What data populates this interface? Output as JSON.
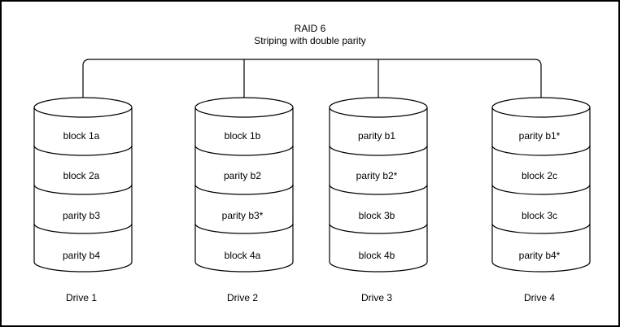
{
  "title": {
    "line1": "RAID 6",
    "line2": "Striping with double parity"
  },
  "drives": [
    {
      "name": "Drive 1",
      "segments": [
        "block 1a",
        "block 2a",
        "parity b3",
        "parity b4"
      ]
    },
    {
      "name": "Drive 2",
      "segments": [
        "block 1b",
        "parity b2",
        "parity b3*",
        "block 4a"
      ]
    },
    {
      "name": "Drive 3",
      "segments": [
        "parity b1",
        "parity b2*",
        "block 3b",
        "block 4b"
      ]
    },
    {
      "name": "Drive 4",
      "segments": [
        "parity b1*",
        "block 2c",
        "block 3c",
        "parity b4*"
      ]
    }
  ],
  "colors": {
    "stroke": "#000000",
    "background": "#ffffff",
    "text": "#000000"
  }
}
